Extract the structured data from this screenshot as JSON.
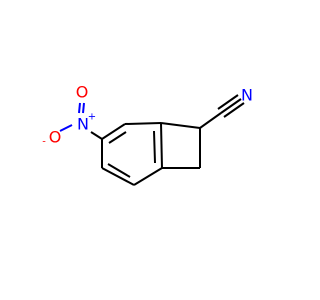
{
  "molecule": {
    "atoms": {
      "nitrogen_nitrile": {
        "symbol": "N",
        "color": "#0000ff"
      },
      "nitrogen_nitro": {
        "symbol": "N",
        "charge": "+",
        "color": "#0000ff"
      },
      "oxygen_top": {
        "symbol": "O",
        "color": "#ff0000"
      },
      "oxygen_left": {
        "symbol": "O",
        "charge": "-",
        "color": "#ff0000"
      }
    }
  }
}
